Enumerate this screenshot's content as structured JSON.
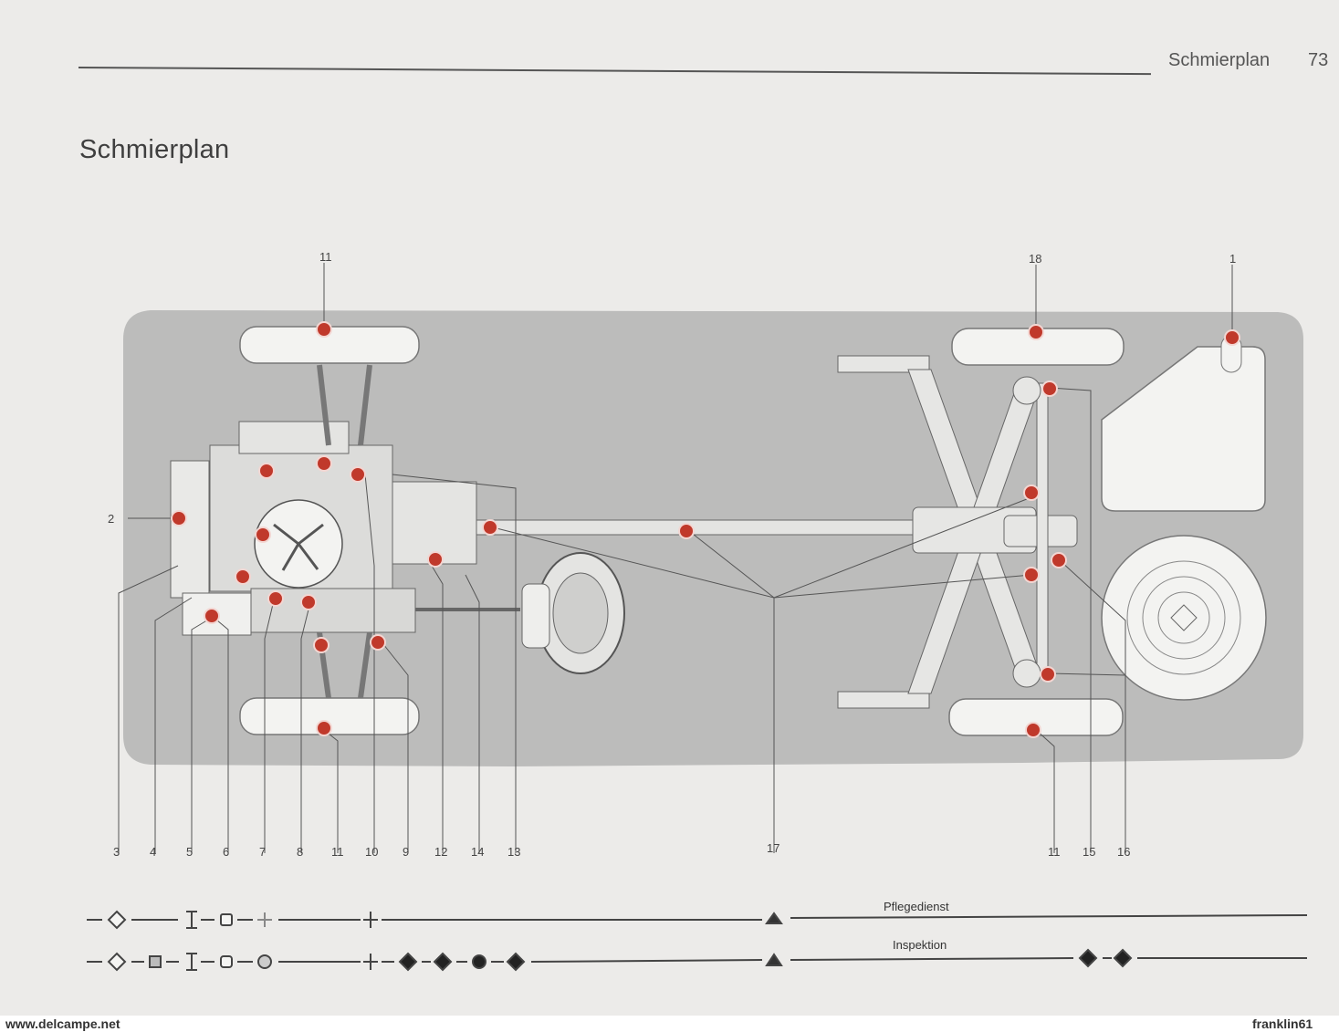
{
  "header": {
    "running_head": "Schmierplan",
    "page_number": "73"
  },
  "title": "Schmierplan",
  "callouts_top": [
    "11",
    "18",
    "1"
  ],
  "callout_left": "2",
  "callouts_bottom": [
    "3",
    "4",
    "5",
    "6",
    "7",
    "8",
    "11",
    "10",
    "9",
    "12",
    "14",
    "13",
    "17",
    "11",
    "15",
    "16"
  ],
  "legend": {
    "row1_label": "Pflegedienst",
    "row2_label": "Inspektion"
  },
  "colors": {
    "chassis_bg": "#bcbcbb",
    "lube_point": "#c0392b",
    "line": "#555555"
  },
  "icons": [
    "diamond-icon",
    "square-icon",
    "i-beam-icon",
    "hexagon-icon",
    "circle-icon",
    "cross-icon",
    "filled-diamond-icon",
    "filled-circle-icon",
    "triangle-icon"
  ],
  "watermarks": {
    "left": "www.delcampe.net",
    "right": "franklin61"
  }
}
